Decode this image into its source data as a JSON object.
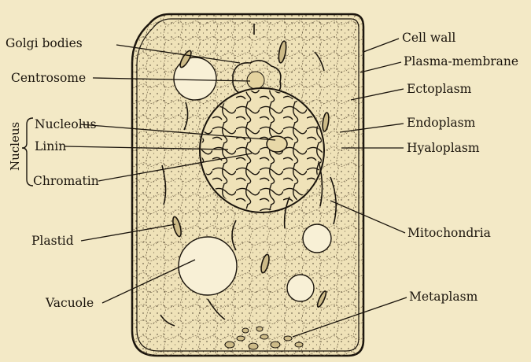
{
  "labels": {
    "golgi_bodies": "Golgi bodies",
    "centrosome": "Centrosome",
    "nucleus": "Nucleus",
    "nucleolus": "Nucleolus",
    "linin": "Linin",
    "chromatin": "Chromatin",
    "plastid": "Plastid",
    "vacuole": "Vacuole",
    "cell_wall": "Cell wall",
    "plasma_membrane": "Plasma-membrane",
    "ectoplasm": "Ectoplasm",
    "endoplasm": "Endoplasm",
    "hyaloplasm": "Hyaloplasm",
    "mitochondria": "Mitochondria",
    "metaplasm": "Metaplasm"
  },
  "colors": {
    "background": "#f3e9c6",
    "ink": "#1a140c",
    "cytoplasm": "#efe2b8"
  }
}
